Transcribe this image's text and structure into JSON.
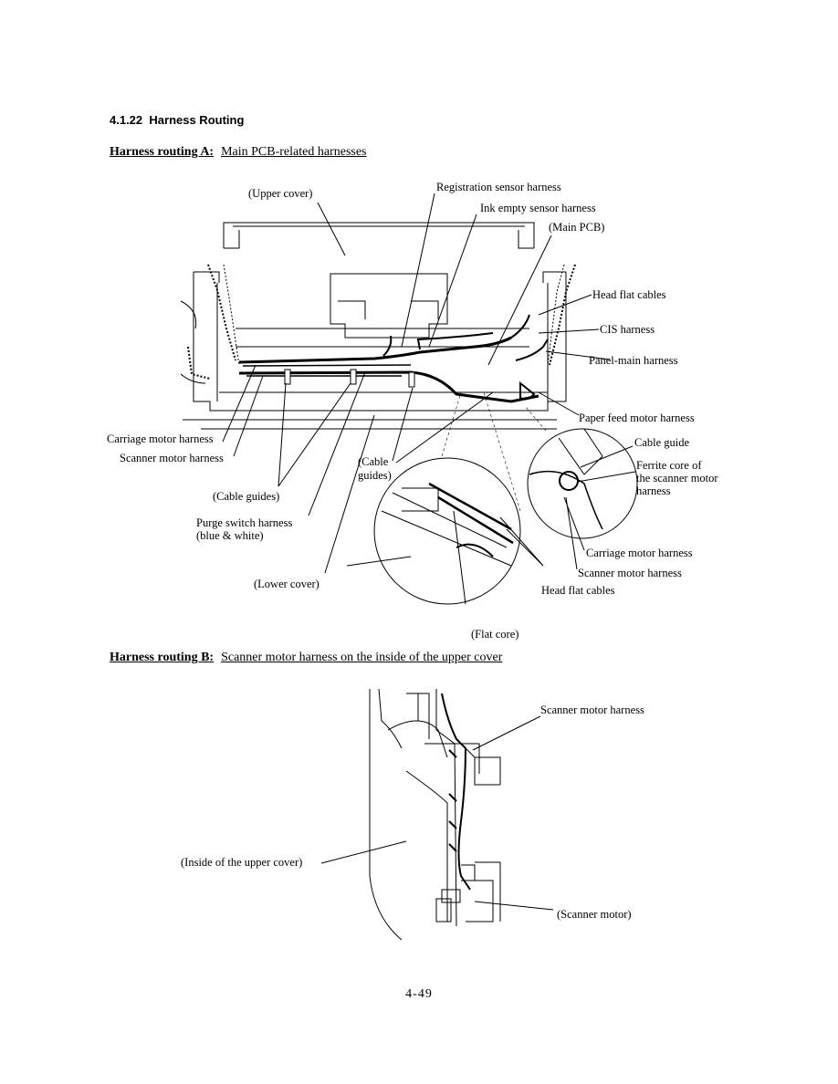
{
  "section": {
    "number": "4.1.22",
    "title": "Harness Routing"
  },
  "routing_a": {
    "heading": "Harness routing A:",
    "subtitle": "Main PCB-related harnesses",
    "labels": {
      "upper_cover": "(Upper cover)",
      "registration": "Registration sensor harness",
      "ink_empty": "Ink empty sensor harness",
      "main_pcb": "(Main PCB)",
      "head_flat": "Head flat cables",
      "cis": "CIS harness",
      "panel_main": "Panel-main harness",
      "paper_feed": "Paper feed motor harness",
      "carriage": "Carriage motor harness",
      "scanner": "Scanner motor harness",
      "cable_guides_mid_1": "(Cable",
      "cable_guides_mid_2": "guides)",
      "cable_guides_left": "(Cable guides)",
      "purge_1": "Purge switch harness",
      "purge_2": "(blue & white)",
      "lower_cover": "(Lower cover)",
      "cable_guide": "Cable guide",
      "ferrite_1": "Ferrite core of",
      "ferrite_2": "the scanner motor",
      "ferrite_3": "harness",
      "carriage_2": "Carriage motor harness",
      "scanner_2": "Scanner motor harness",
      "head_flat_2": "Head flat cables",
      "flat_core": "(Flat core)"
    }
  },
  "routing_b": {
    "heading": "Harness routing B:",
    "subtitle": "Scanner motor harness on the inside of the upper cover",
    "labels": {
      "scanner_harness": "Scanner motor harness",
      "inside_upper": "(Inside of the upper cover)",
      "scanner_motor": "(Scanner motor)"
    }
  },
  "page_number": "4-49"
}
